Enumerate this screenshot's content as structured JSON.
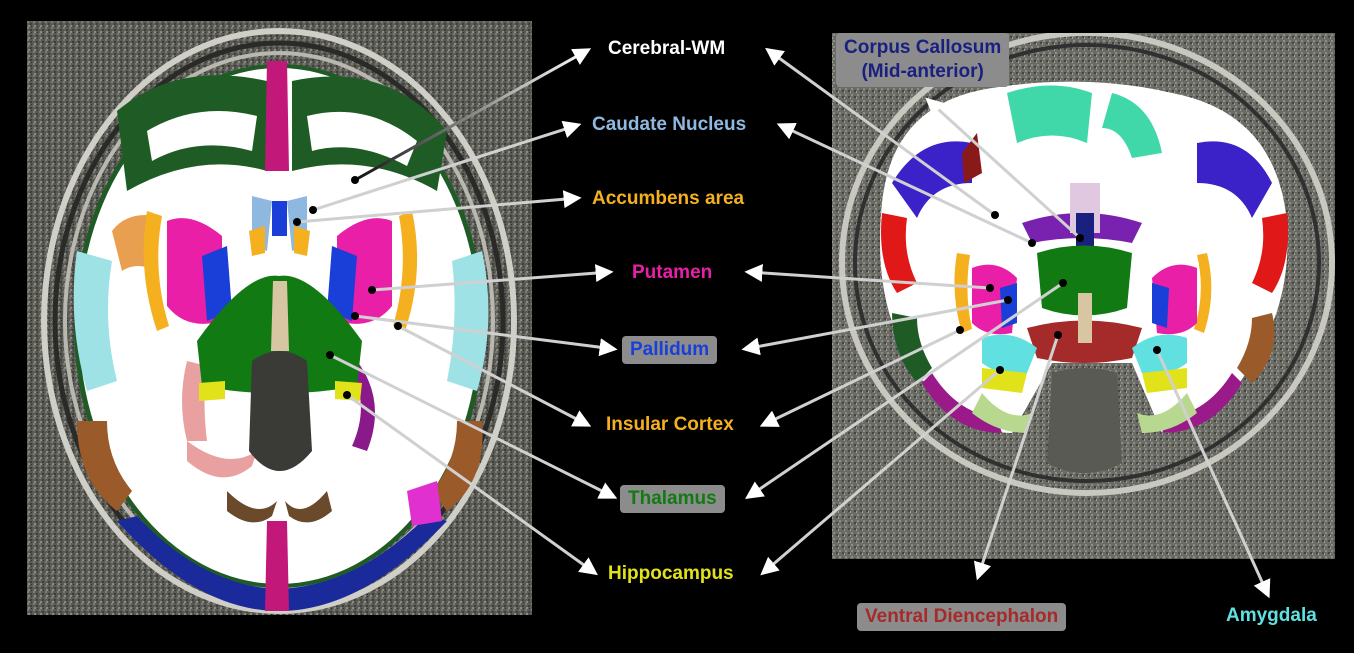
{
  "labels": {
    "cerebral_wm": "Cerebral-WM",
    "caudate_nucleus": "Caudate Nucleus",
    "accumbens_area": "Accumbens area",
    "putamen": "Putamen",
    "pallidum": "Pallidum",
    "insular_cortex": "Insular Cortex",
    "thalamus": "Thalamus",
    "hippocampus": "Hippocampus",
    "corpus_callosum_line1": "Corpus Callosum",
    "corpus_callosum_line2": "(Mid-anterior)",
    "ventral_diencephalon": "Ventral Diencephalon",
    "amygdala": "Amygdala"
  },
  "colors": {
    "background": "#000000",
    "cerebral_wm": "#ffffff",
    "caudate_nucleus": "#8fb8e0",
    "accumbens_area": "#f5b020",
    "putamen": "#ea1fa8",
    "pallidum": "#1a3fd8",
    "insular_cortex": "#f5b020",
    "thalamus": "#127a12",
    "hippocampus": "#e2e21a",
    "corpus_callosum": "#1a2080",
    "ventral_diencephalon": "#a52a2a",
    "amygdala": "#60e0e0",
    "label_box": "#8c8c8c"
  }
}
